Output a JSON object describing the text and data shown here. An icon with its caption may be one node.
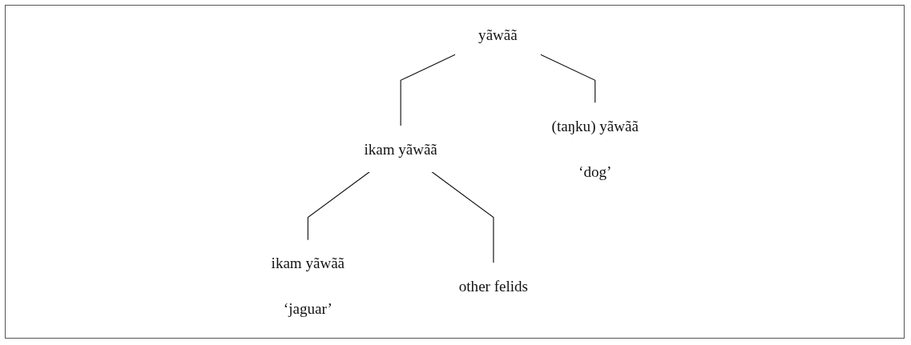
{
  "diagram": {
    "nodes": [
      {
        "text": [
          "yãwãã"
        ]
      },
      {
        "text": [
          "ikam yãwãã"
        ]
      },
      {
        "text": [
          "(taŋku) yãwãã",
          "‘dog’"
        ]
      },
      {
        "text": [
          "ikam yãwãã",
          "‘jaguar’"
        ]
      },
      {
        "text": [
          "other felids"
        ]
      }
    ],
    "edges": [
      {
        "from": 0,
        "to": 2,
        "arrow": "none"
      },
      {
        "from": 0,
        "to": 1,
        "arrow": "none"
      },
      {
        "from": 1,
        "to": 3,
        "arrow": "none"
      },
      {
        "from": 1,
        "to": 4,
        "arrow": "none"
      }
    ]
  }
}
